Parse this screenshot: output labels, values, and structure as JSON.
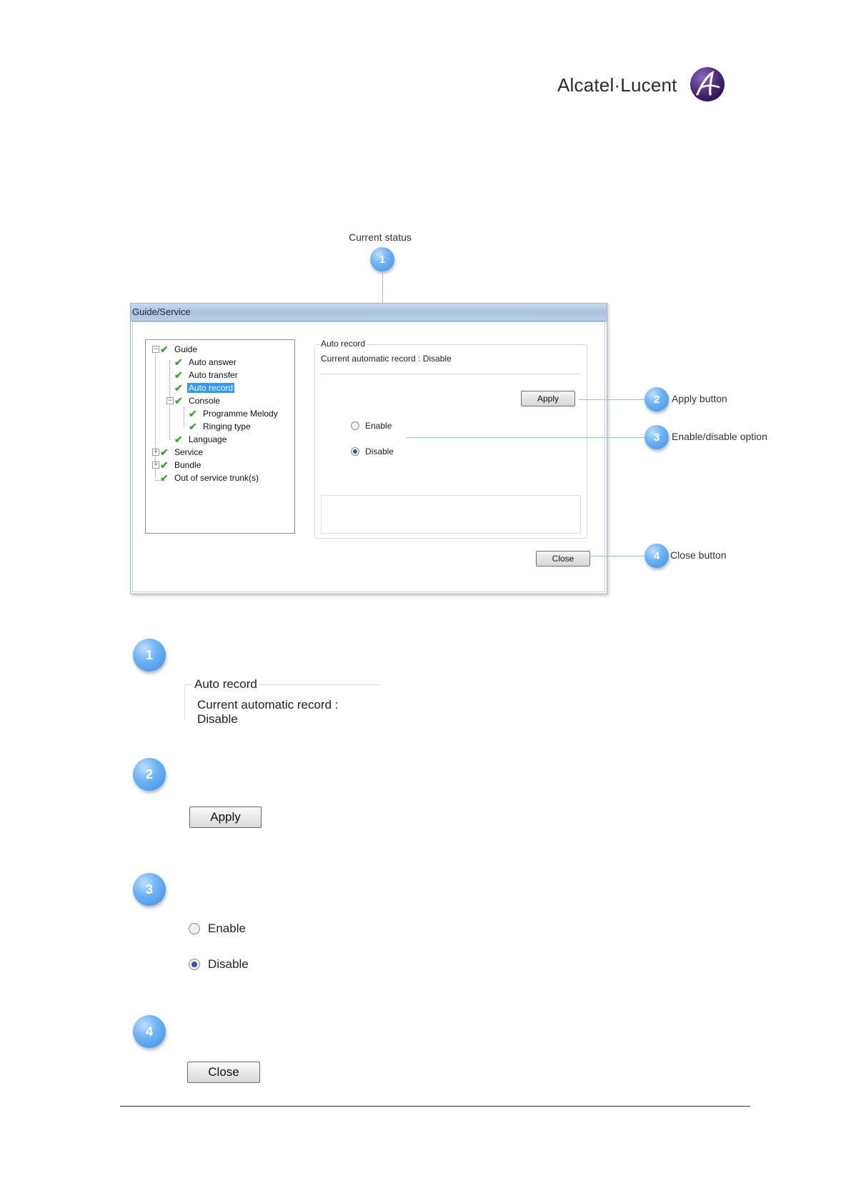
{
  "brand": {
    "name": "Alcatel·Lucent",
    "logo_icon": "alcatel-lucent-logo-icon",
    "color": "#4b2a7b"
  },
  "callouts": [
    {
      "number": "1",
      "label": "Current status"
    },
    {
      "number": "2",
      "label": "Apply button"
    },
    {
      "number": "3",
      "label": "Enable/disable option"
    },
    {
      "number": "4",
      "label": "Close button"
    }
  ],
  "window": {
    "title": "Guide/Service",
    "tree": [
      {
        "label": "Guide",
        "icon": "check-icon"
      },
      {
        "label": "Auto answer",
        "icon": "check-icon"
      },
      {
        "label": "Auto transfer",
        "icon": "check-icon"
      },
      {
        "label": "Auto record",
        "icon": "check-icon",
        "selected": true
      },
      {
        "label": "Console",
        "icon": "check-icon"
      },
      {
        "label": "Programme Melody",
        "icon": "check-icon"
      },
      {
        "label": "Ringing type",
        "icon": "check-icon"
      },
      {
        "label": "Language",
        "icon": "check-icon"
      },
      {
        "label": "Service",
        "icon": "check-icon"
      },
      {
        "label": "Bundle",
        "icon": "check-icon"
      },
      {
        "label": "Out of service trunk(s)",
        "icon": "check-icon"
      }
    ],
    "group": {
      "title": "Auto record",
      "status": "Current automatic record : Disable",
      "apply_label": "Apply",
      "options": [
        {
          "label": "Enable",
          "checked": false
        },
        {
          "label": "Disable",
          "checked": true
        }
      ]
    },
    "close_label": "Close"
  },
  "details": {
    "d1": {
      "number": "1",
      "title": "Auto record",
      "status": "Current automatic record : Disable"
    },
    "d2": {
      "number": "2",
      "button": "Apply"
    },
    "d3": {
      "number": "3",
      "enable": "Enable",
      "disable": "Disable"
    },
    "d4": {
      "number": "4",
      "button": "Close"
    }
  }
}
